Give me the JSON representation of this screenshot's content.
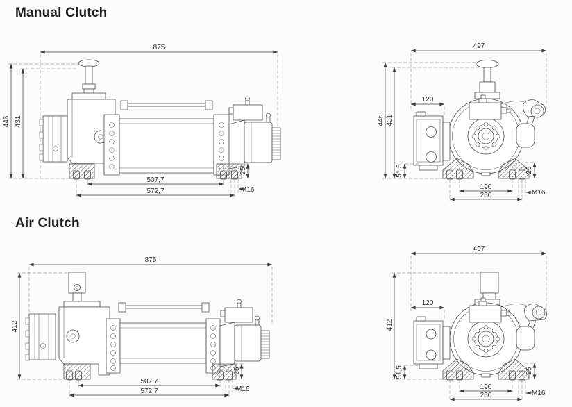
{
  "page": {
    "background": "#fcfcfc",
    "drawing_line_color": "#4a4a4a",
    "dimension_color": "#3c3c3c"
  },
  "sections": [
    {
      "title": "Manual Clutch",
      "side_view": {
        "width_overall": "875",
        "height_overall": "446",
        "height_inner": "431",
        "bolt_span_inner": "507,7",
        "bolt_span_outer": "572,7",
        "foot_height": "25",
        "bolt_size": "M16"
      },
      "end_view": {
        "width_overall": "497",
        "height_overall": "446",
        "height_inner": "431",
        "motor_width": "120",
        "motor_clearance": "51,5",
        "bolt_span_inner": "190",
        "bolt_span_outer": "260",
        "foot_height": "25",
        "bolt_size": "M16"
      }
    },
    {
      "title": "Air Clutch",
      "side_view": {
        "width_overall": "875",
        "height_overall": "412",
        "bolt_span_inner": "507,7",
        "bolt_span_outer": "572,7",
        "foot_height": "25",
        "bolt_size": "M16"
      },
      "end_view": {
        "width_overall": "497",
        "height_overall": "412",
        "motor_width": "120",
        "motor_clearance": "51,5",
        "bolt_span_inner": "190",
        "bolt_span_outer": "260",
        "foot_height": "25",
        "bolt_size": "M16"
      }
    }
  ]
}
